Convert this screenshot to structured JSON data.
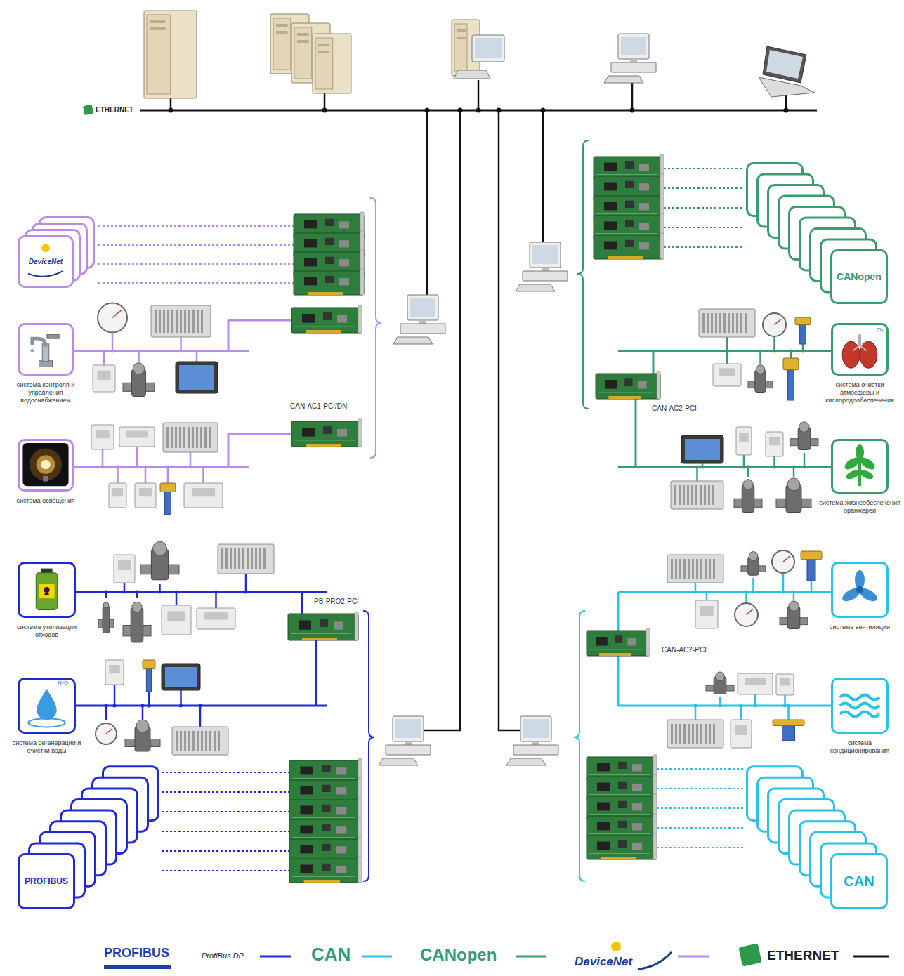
{
  "diagram": {
    "nodes": [
      {
        "text": [
          "DeviceNet"
        ]
      },
      {
        "text": [
          "CANopen"
        ]
      },
      {
        "text": [
          "система контроля и управления водоснабжением"
        ]
      },
      {
        "text": [
          "система очистки атмосферы и кислородообеспечения"
        ]
      },
      {
        "text": [
          "система освещения"
        ]
      },
      {
        "text": [
          "система жизнеобеспечения оранжереи"
        ]
      },
      {
        "text": [
          "система утилизации отходов"
        ]
      },
      {
        "text": [
          "система вентиляции"
        ]
      },
      {
        "text": [
          "система регенерации и очистки воды"
        ]
      },
      {
        "text": [
          "система кондиционирования"
        ]
      },
      {
        "text": [
          "PROFIBUS"
        ]
      },
      {
        "text": [
          "CAN"
        ]
      }
    ],
    "labels": [
      "ETHERNET",
      "O₂",
      "CAN-AC1-PCI/DN",
      "CAN-AC2-PCI",
      "PB-PRO2-PCI",
      "CAN-AC2-PCI",
      "H₂O",
      "PROFIBUS"
    ],
    "legend": [
      {
        "text": "ProfiBus DP"
      },
      {
        "text": "CAN"
      },
      {
        "text": "CANopen"
      },
      {
        "text": "DeviceNet"
      },
      {
        "text": "ETHERNET"
      }
    ]
  }
}
